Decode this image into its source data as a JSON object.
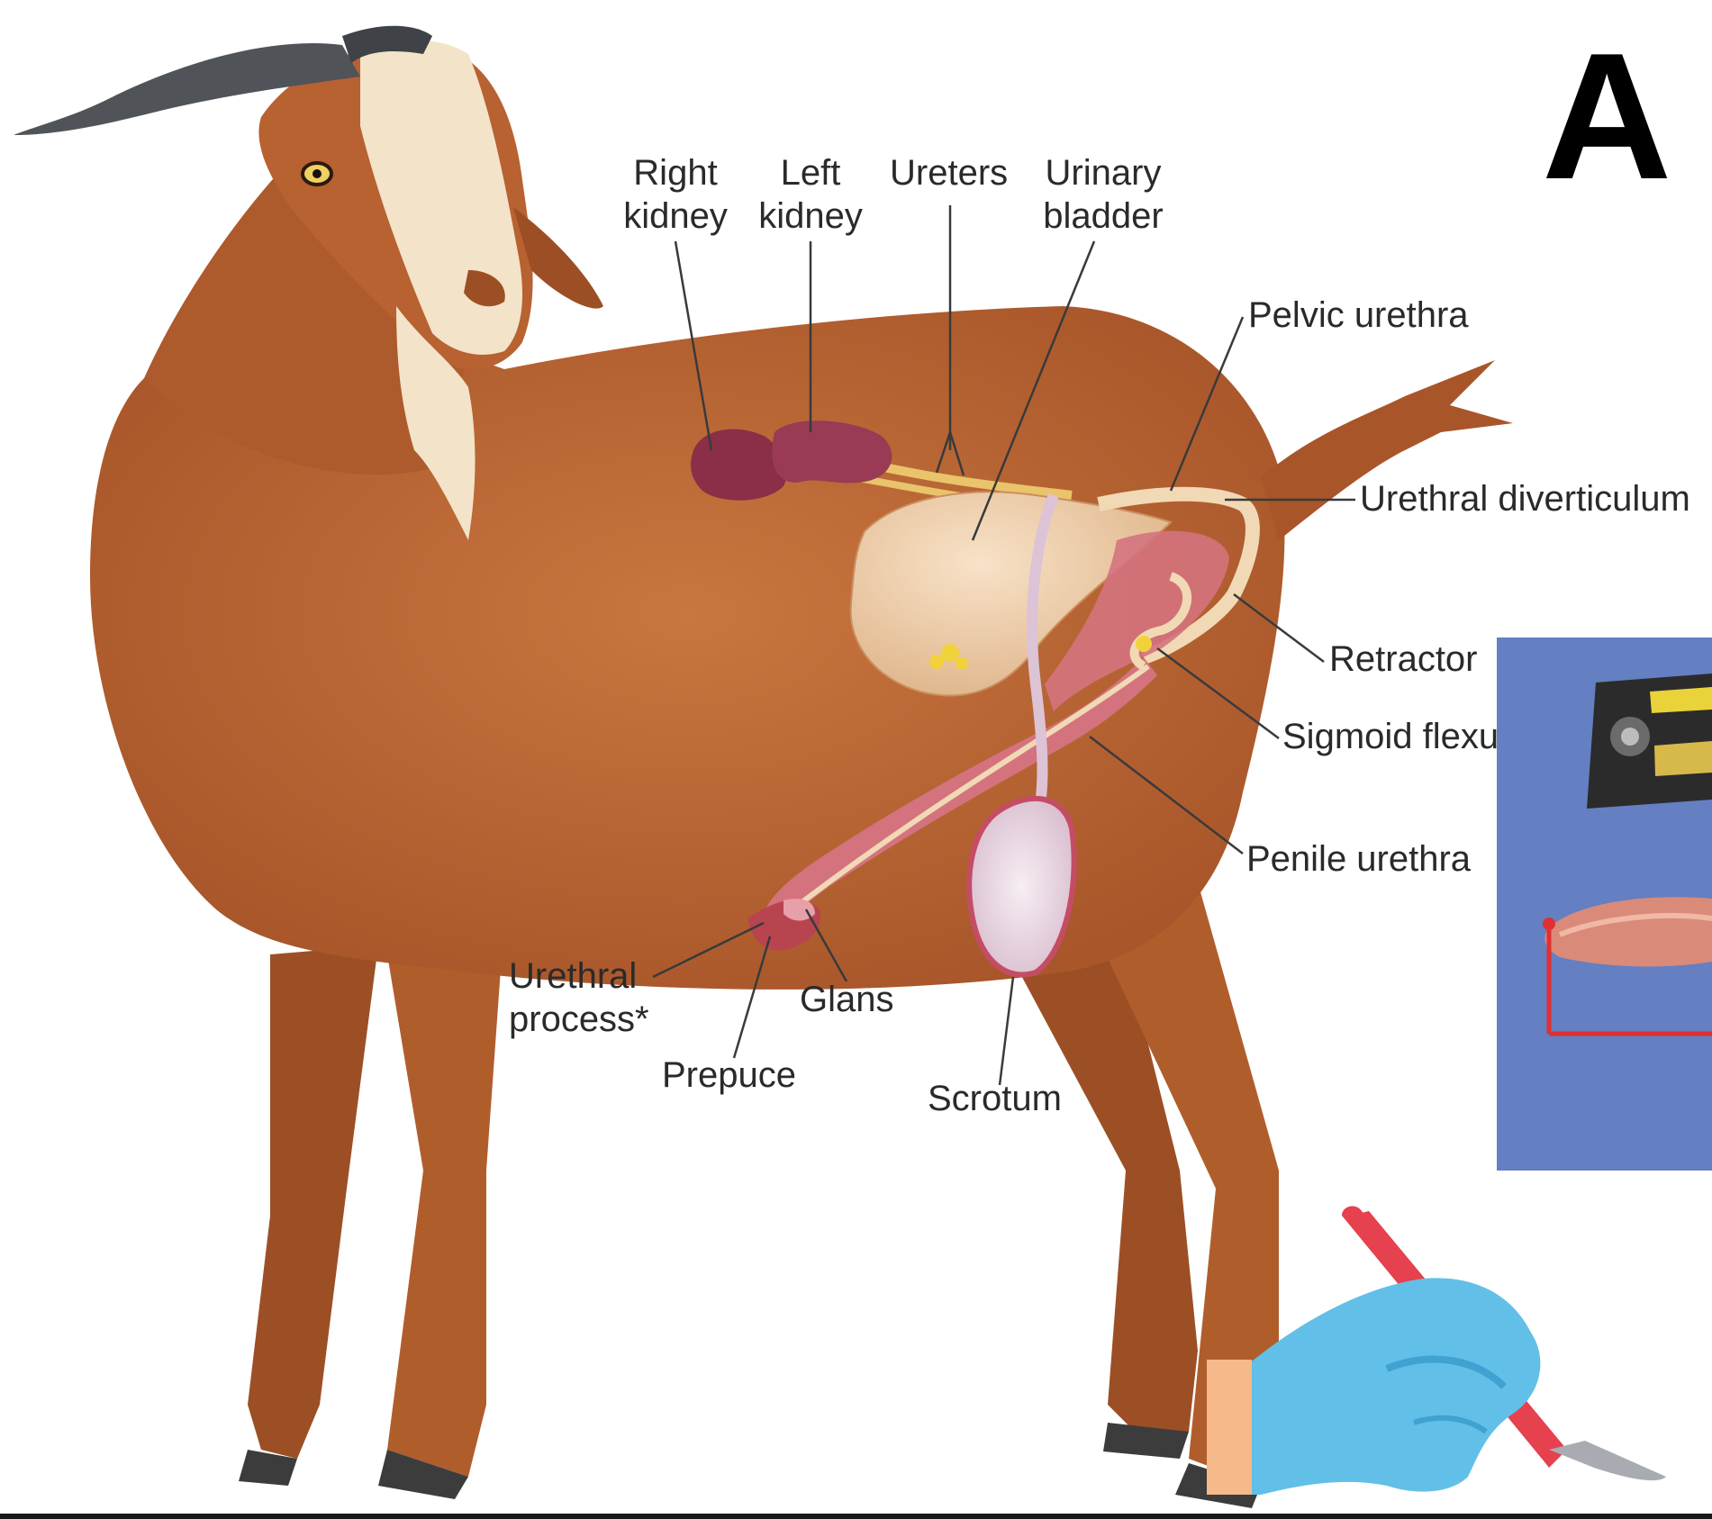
{
  "panel_letter": "A",
  "labels": {
    "right_kidney": [
      "Right",
      "kidney"
    ],
    "left_kidney": [
      "Left",
      "kidney"
    ],
    "ureters": "Ureters",
    "urinary_bladder": [
      "Urinary",
      "bladder"
    ],
    "pelvic_urethra": "Pelvic urethra",
    "urethral_diverticulum": "Urethral diverticulum",
    "retractor": "Retractor",
    "sigmoid_flexure": "Sigmoid flexu",
    "penile_urethra": "Penile urethra",
    "urethral_process": [
      "Urethral",
      "process*"
    ],
    "glans": "Glans",
    "prepuce": "Prepuce",
    "scrotum": "Scrotum"
  },
  "colors": {
    "coat": "#b5612e",
    "coat_dark": "#8e4320",
    "face_blaze": "#f3e3c8",
    "horn": "#505458",
    "kidney": "#8a2f47",
    "bladder": "#ecc8a0",
    "urethra": "#f1d9b5",
    "penis": "#d4737e",
    "scrotum": "#e8b6c0",
    "inset_bg": "#6b86c8",
    "glove": "#62bfe8",
    "scalpel": "#e5414e"
  }
}
